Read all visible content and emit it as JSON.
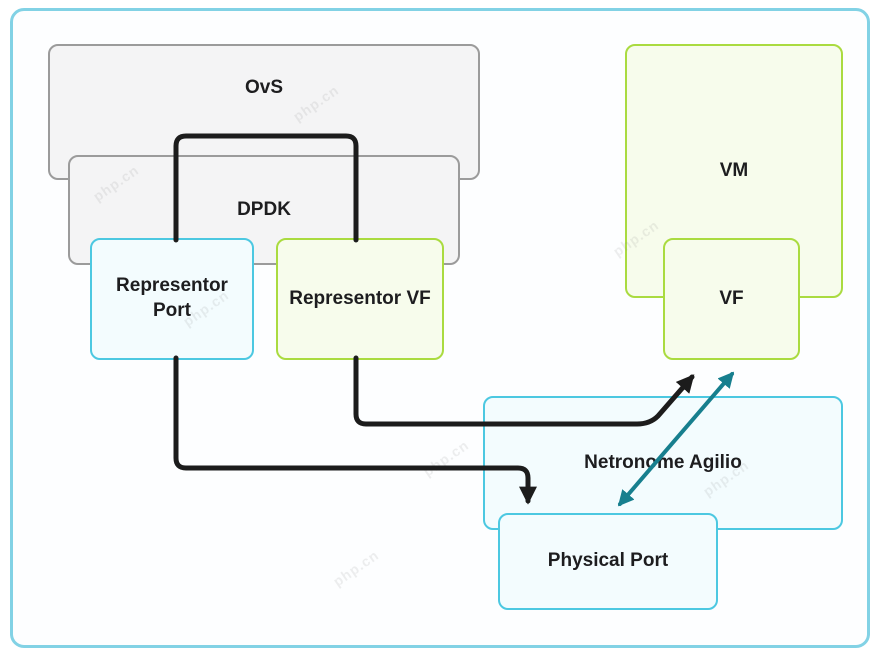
{
  "diagram": {
    "nodes": {
      "ovs": {
        "label": "OvS"
      },
      "dpdk": {
        "label": "DPDK"
      },
      "representor_port": {
        "label": "Representor Port"
      },
      "representor_vf": {
        "label": "Representor VF"
      },
      "vm": {
        "label": "VM"
      },
      "vf": {
        "label": "VF"
      },
      "netronome": {
        "label": "Netronome Agilio"
      },
      "physical_port": {
        "label": "Physical Port"
      }
    },
    "edges": [
      {
        "from": "ovs/dpdk",
        "to": "representor_port",
        "style": "black",
        "arrow": "none"
      },
      {
        "from": "ovs/dpdk",
        "to": "representor_vf",
        "style": "black",
        "arrow": "none"
      },
      {
        "from": "representor_port",
        "to": "physical_port",
        "style": "black",
        "arrow": "end"
      },
      {
        "from": "representor_vf",
        "to": "vf",
        "style": "black",
        "arrow": "end"
      },
      {
        "from": "physical_port",
        "to": "vf",
        "style": "teal",
        "arrow": "both"
      }
    ],
    "colors": {
      "frame_border": "#82d2e5",
      "gray_border": "#9b9b9b",
      "gray_fill": "#f4f4f5",
      "cyan_border": "#4cc8e1",
      "cyan_fill": "#f3fcfe",
      "green_border": "#aadb40",
      "green_fill": "#f7fcec",
      "arrow_black": "#1c1c1c",
      "arrow_teal": "#177f8e"
    }
  },
  "watermark": {
    "text": "php.cn"
  }
}
